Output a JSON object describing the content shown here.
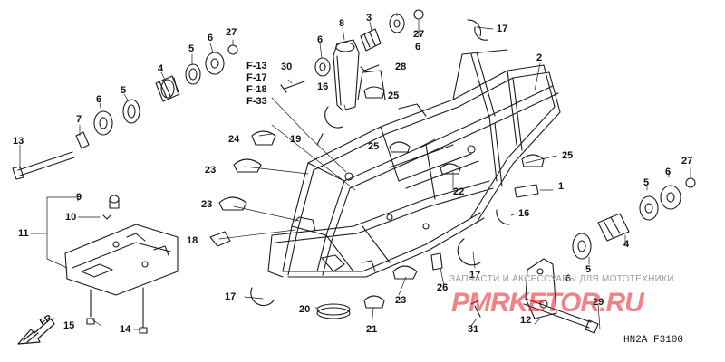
{
  "labels": {
    "p1": "1",
    "p2": "2",
    "p3": "3",
    "p4a": "4",
    "p4b": "4",
    "p5a": "5",
    "p5b": "5",
    "p5c": "5",
    "p5d": "5",
    "p6a": "6",
    "p6b": "6",
    "p6c": "6",
    "p6d": "6",
    "p6e": "6",
    "p6f": "6",
    "p7": "7",
    "p8": "8",
    "p9": "9",
    "p10": "10",
    "p11": "11",
    "p12": "12",
    "p13": "13",
    "p14": "14",
    "p15": "15",
    "p16a": "16",
    "p16b": "16",
    "p17a": "17",
    "p17b": "17",
    "p17c": "17",
    "p18": "18",
    "p19": "19",
    "p20": "20",
    "p21": "21",
    "p22": "22",
    "p23a": "23",
    "p23b": "23",
    "p23c": "23",
    "p24": "24",
    "p25a": "25",
    "p25b": "25",
    "p25c": "25",
    "p26": "26",
    "p27a": "27",
    "p27b": "27",
    "p27c": "27",
    "p28": "28",
    "p29": "29",
    "p30": "30",
    "p31": "31"
  },
  "ref_codes": [
    "F-13",
    "F-17",
    "F-18",
    "F-33"
  ],
  "direction_label": "FR.",
  "watermark_text": "ЗАПЧАСТИ И АКСЕССУАРЫ ДЛЯ МОТОТЕХНИКИ",
  "watermark_logo": "PMRKETOR.RU",
  "diagram_code": "HN2A  F3100",
  "colors": {
    "line": "#1a1a1a",
    "watermark": "#e31e24"
  }
}
